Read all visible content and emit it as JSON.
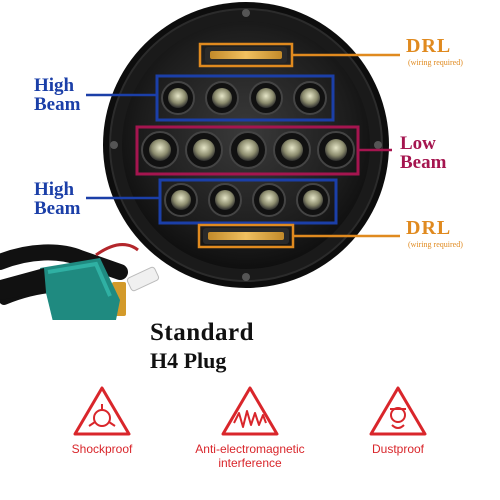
{
  "labels": {
    "high_beam_top": {
      "line1": "High",
      "line2": "Beam"
    },
    "high_beam_bottom": {
      "line1": "High",
      "line2": "Beam"
    },
    "low_beam": {
      "line1": "Low",
      "line2": "Beam"
    },
    "drl_top": {
      "title": "DRL",
      "note": "(wiring required)"
    },
    "drl_bottom": {
      "title": "DRL",
      "note": "(wiring required)"
    }
  },
  "plug": {
    "line1": "Standard",
    "line2": "H4 Plug"
  },
  "features": [
    {
      "label": "Shockproof",
      "icon": "shockproof-icon"
    },
    {
      "label": "Anti-electromagnetic interference",
      "line1": "Anti-electromagnetic",
      "line2": "interference",
      "icon": "anti-emi-icon"
    },
    {
      "label": "Dustproof",
      "icon": "dustproof-icon"
    }
  ],
  "colors": {
    "high_beam": "#1b3fa8",
    "low_beam": "#a5154f",
    "drl": "#e08a1f",
    "feature_red": "#d9262b",
    "plug_teal": "#1f8a80"
  }
}
